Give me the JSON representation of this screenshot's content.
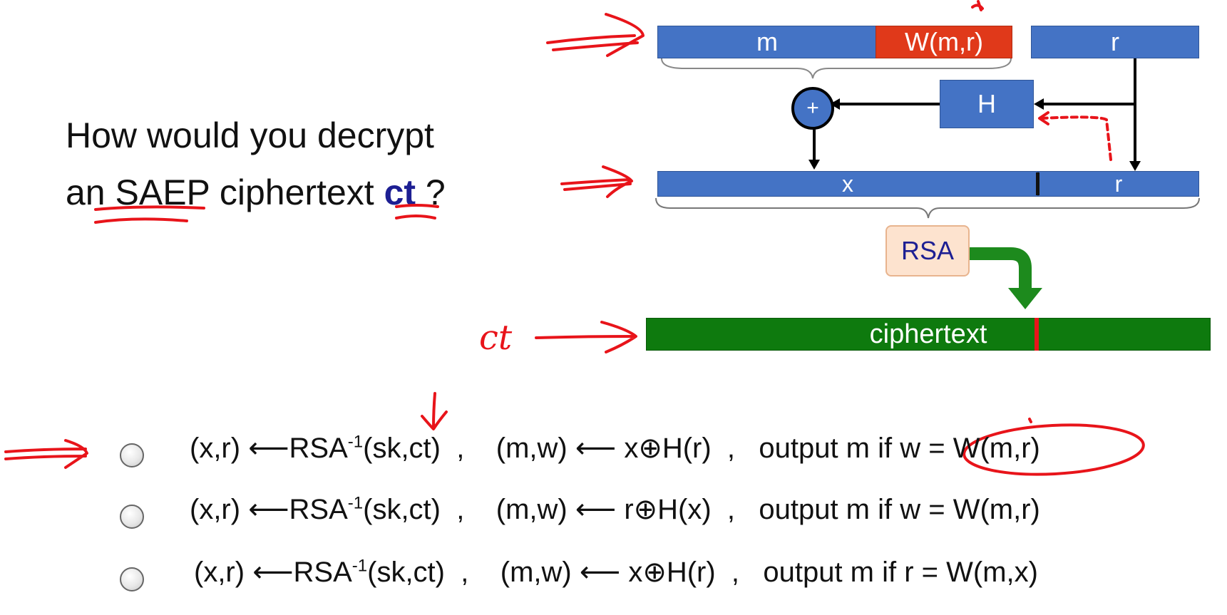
{
  "question": {
    "line1": "How would you decrypt",
    "line2_prefix": "an SAEP ciphertext ",
    "ct": "ct",
    "suffix": " ?"
  },
  "diagram": {
    "m_label": "m",
    "w_label": "W(m,r)",
    "r_top_label": "r",
    "xor_symbol": "+",
    "h_label": "H",
    "x_label": "x",
    "r_mid_label": "r",
    "rsa_label": "RSA",
    "cipher_label": "ciphertext",
    "ct_handwritten": "ct",
    "colors": {
      "block_blue": "#4473c5",
      "w_red": "#e0391a",
      "cipher_green": "#0e7a0e",
      "rsa_fill": "#fde3cf",
      "annotation_red": "#e8141a"
    }
  },
  "options": [
    {
      "left": "(x,r) ⟵RSA",
      "sup": "-1",
      "mid": "(sk,ct)  ,    (m,w) ⟵ x⊕H(r)  ,   output m if ",
      "cond": "w = W(m,r)"
    },
    {
      "left": "(x,r) ⟵RSA",
      "sup": "-1",
      "mid": "(sk,ct)  ,    (m,w) ⟵ r⊕H(x)  ,   output m if ",
      "cond": "w = W(m,r)"
    },
    {
      "left": "(x,r) ⟵RSA",
      "sup": "-1",
      "mid": "(sk,ct)  ,    (m,w) ⟵ x⊕H(r)  ,   output m if ",
      "cond": "r = W(m,x)"
    }
  ]
}
